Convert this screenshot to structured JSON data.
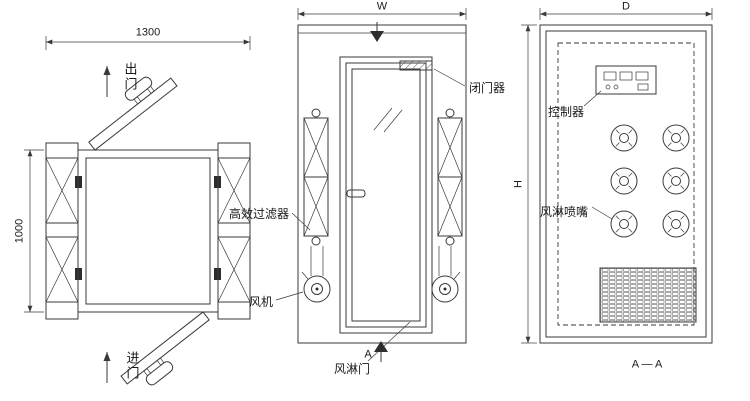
{
  "colors": {
    "line": "#3a3a3a",
    "text": "#1a1a1a",
    "background": "#ffffff"
  },
  "plan_view": {
    "dim_width": "1300",
    "dim_depth": "1000",
    "exit_label": "出门",
    "enter_label": "进门"
  },
  "front_view": {
    "dim_width_label": "W",
    "section_letter": "A",
    "door_closer_label": "闭门器",
    "hepa_filter_label": "高效过滤器",
    "fan_label": "风机",
    "air_shower_door_label": "风淋门"
  },
  "section_view": {
    "dim_width_label": "D",
    "dim_height_label": "H",
    "controller_label": "控制器",
    "nozzle_label": "风淋喷嘴",
    "section_title": "A — A"
  }
}
